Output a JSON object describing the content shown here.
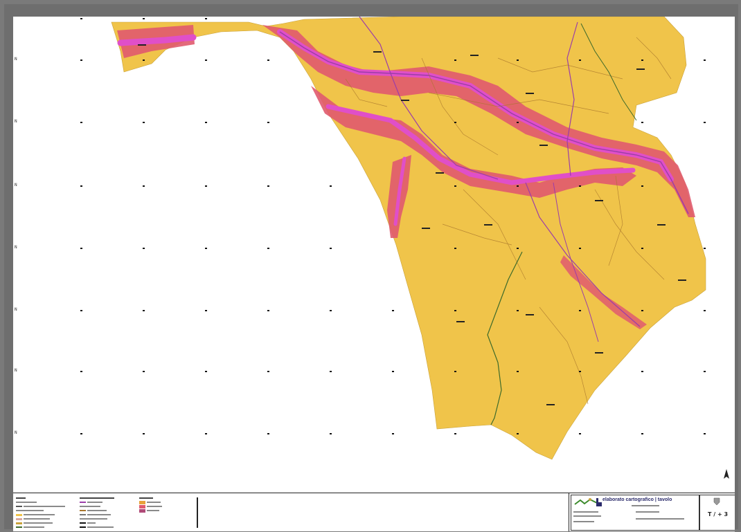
{
  "map": {
    "grid_row_labels": [
      "N",
      "N",
      "N",
      "N",
      "N",
      "N",
      "N"
    ],
    "colors": {
      "land": "#f0c44a",
      "flood_band": "#e05a6e",
      "river_core": "#e04fc8",
      "river_line": "#9b3da8",
      "roads": "#b0823a",
      "boundary": "#3d6a2a",
      "sea": "#ffffff"
    }
  },
  "title_block": {
    "main_title": "elaborato cartografico | tavolo",
    "code": "T / + 3"
  }
}
